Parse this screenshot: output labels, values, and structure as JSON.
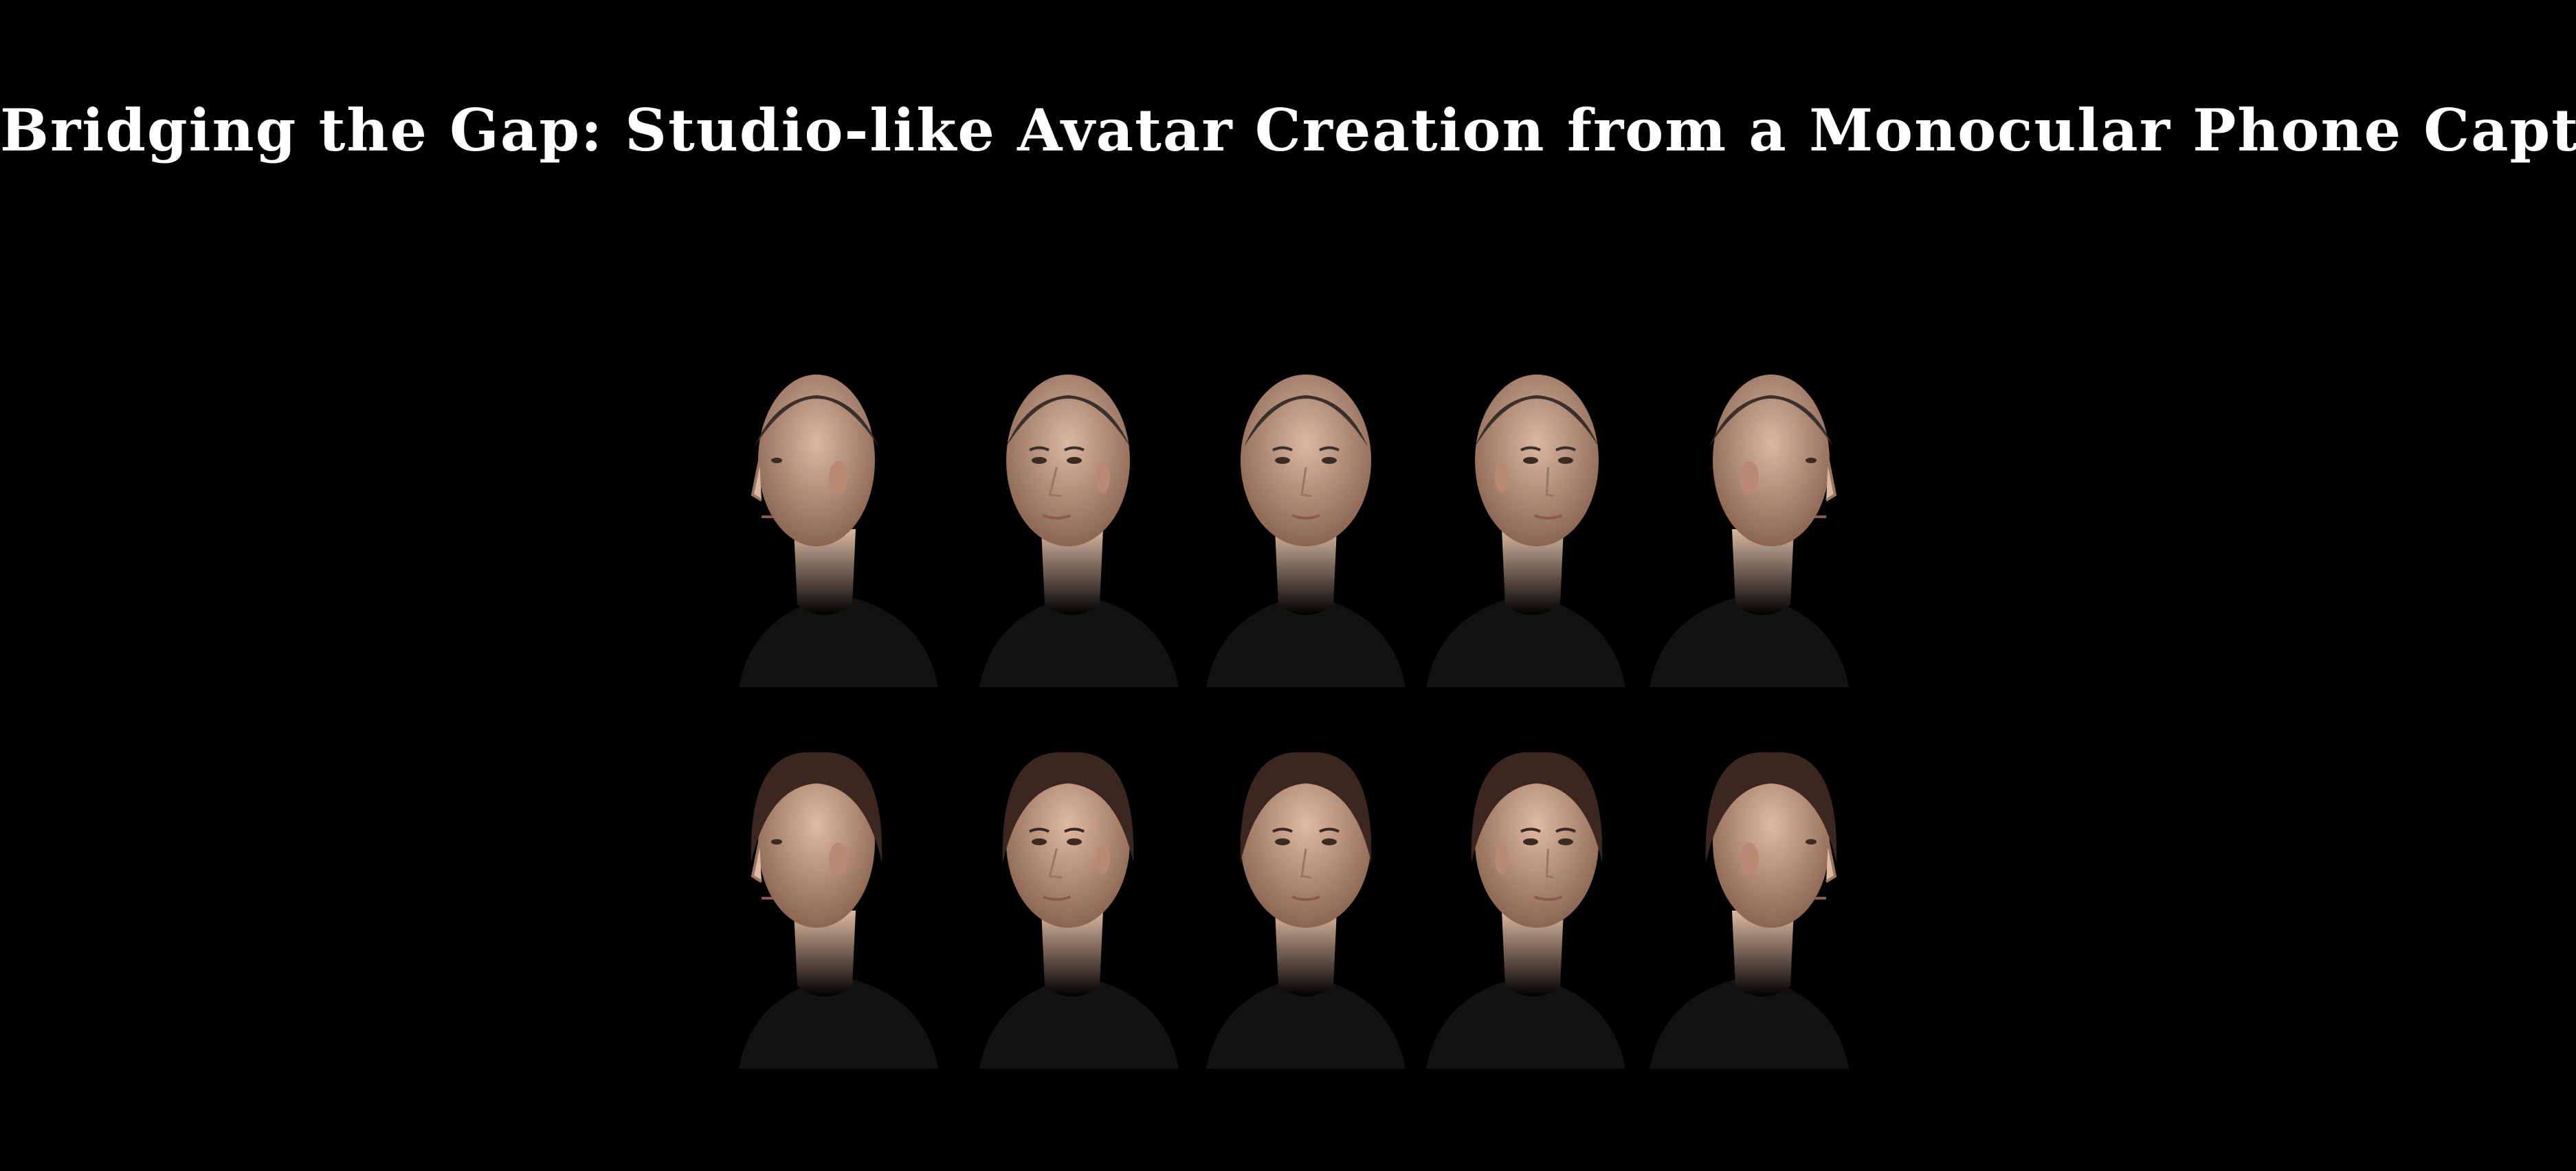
{
  "title": "Bridging the Gap: Studio-like Avatar Creation from a Monocular Phone Capture",
  "background_color": "#000000",
  "title_color": "#ffffff",
  "avatar_rows": [
    {
      "subject": "male-avatar",
      "hair_color": "#3a302a",
      "skin_color": "#d9b8a2",
      "views": [
        "left-profile",
        "left-three-quarter",
        "frontal",
        "right-three-quarter",
        "right-profile"
      ]
    },
    {
      "subject": "female-avatar",
      "hair_color": "#3b2620",
      "skin_color": "#e0b9a2",
      "views": [
        "left-profile",
        "left-three-quarter",
        "frontal",
        "right-three-quarter",
        "right-profile"
      ]
    }
  ]
}
